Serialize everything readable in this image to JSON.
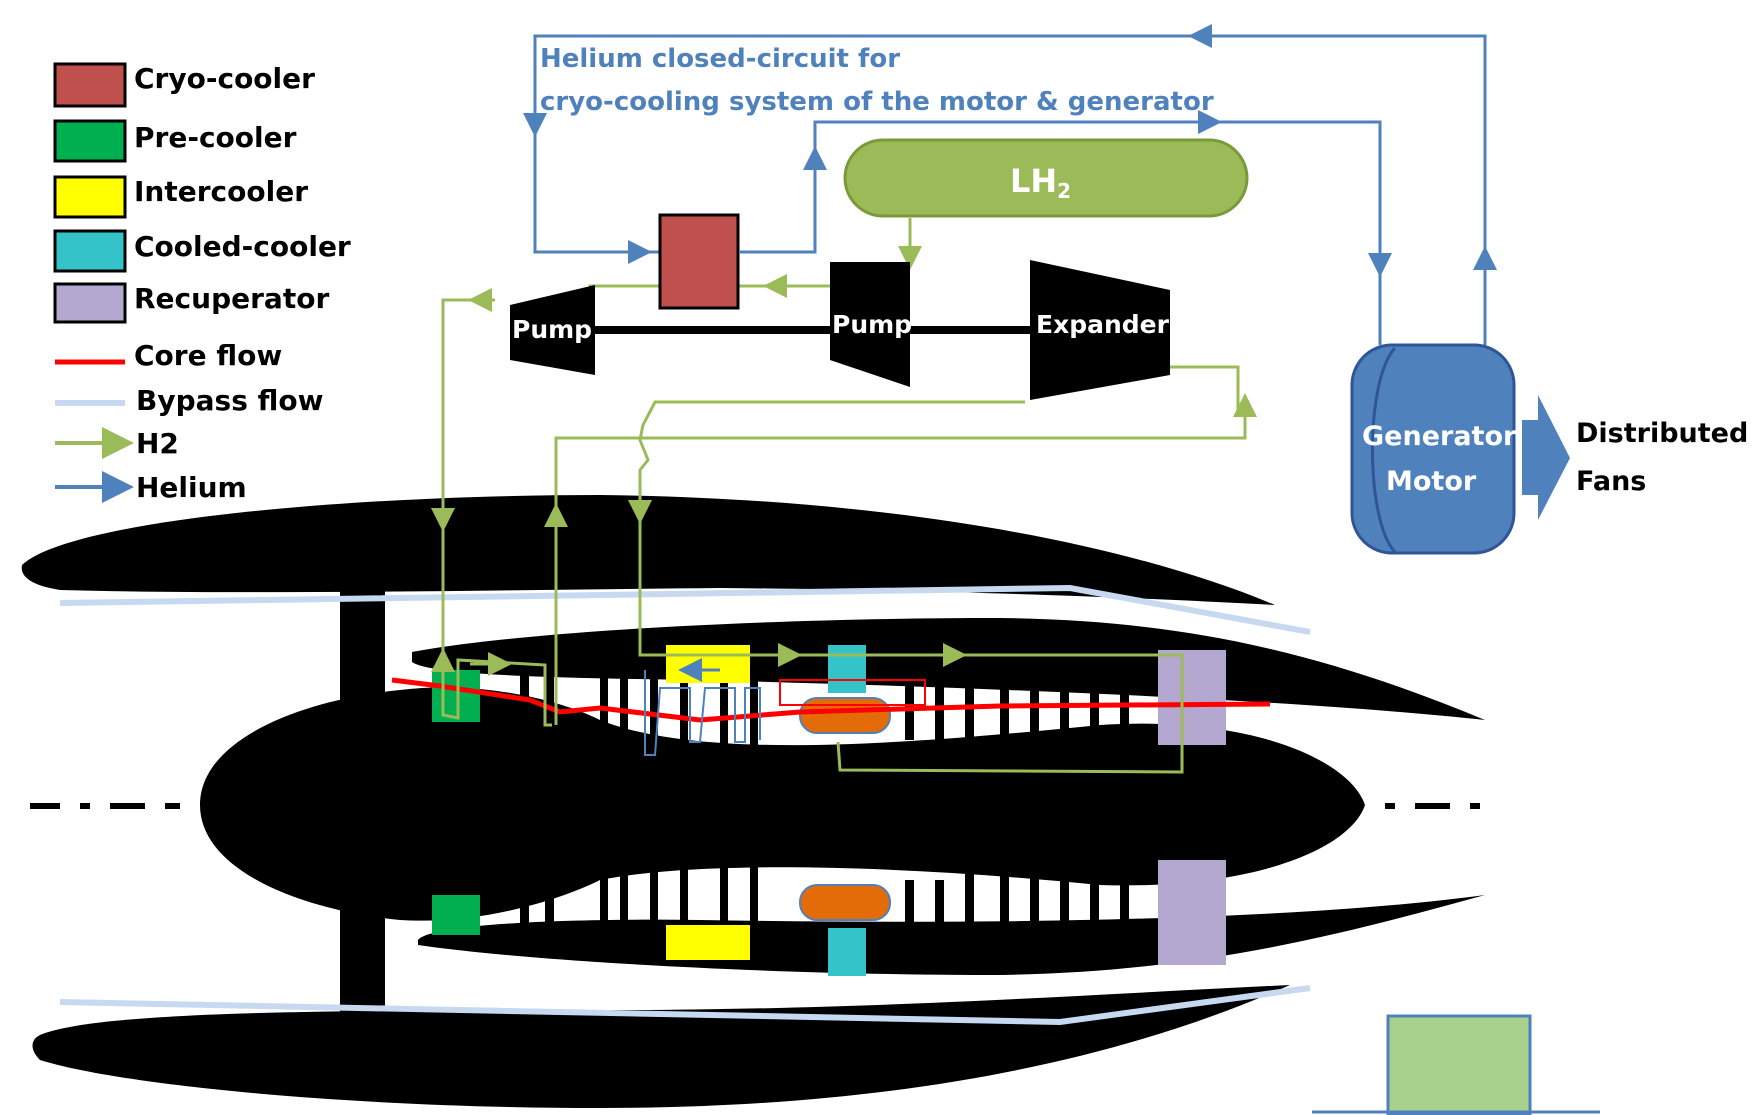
{
  "legend": {
    "items": [
      {
        "label": "Cryo-cooler"
      },
      {
        "label": "Pre-cooler"
      },
      {
        "label": "Intercooler"
      },
      {
        "label": "Cooled-cooler"
      },
      {
        "label": "Recuperator"
      },
      {
        "label": "Core flow"
      },
      {
        "label": "Bypass flow"
      },
      {
        "label": "H2"
      },
      {
        "label": "Helium"
      }
    ]
  },
  "annotations": {
    "helium_line1": "Helium closed-circuit for",
    "helium_line2": "cryo-cooling system of the motor & generator"
  },
  "components": {
    "tank": "LH",
    "tank_sub": "2",
    "pump_left": "Pump",
    "pump_mid": "Pump",
    "expander": "Expander",
    "generator": "Generator",
    "motor": "Motor",
    "output_line1": "Distributed",
    "output_line2": "Fans"
  },
  "colors": {
    "cryo_cooler": "#c0504d",
    "pre_cooler": "#00b050",
    "intercooler": "#ffff00",
    "cooled_cooler": "#33c3c8",
    "recuperator": "#b4a7d0",
    "core_flow": "#ff0000",
    "bypass_flow": "#c6d9f0",
    "h2": "#9bbb59",
    "helium": "#4f81bd",
    "combustor": "#e36c09",
    "tank_fill": "#9bbb59",
    "motor_fill": "#4f81bd"
  }
}
